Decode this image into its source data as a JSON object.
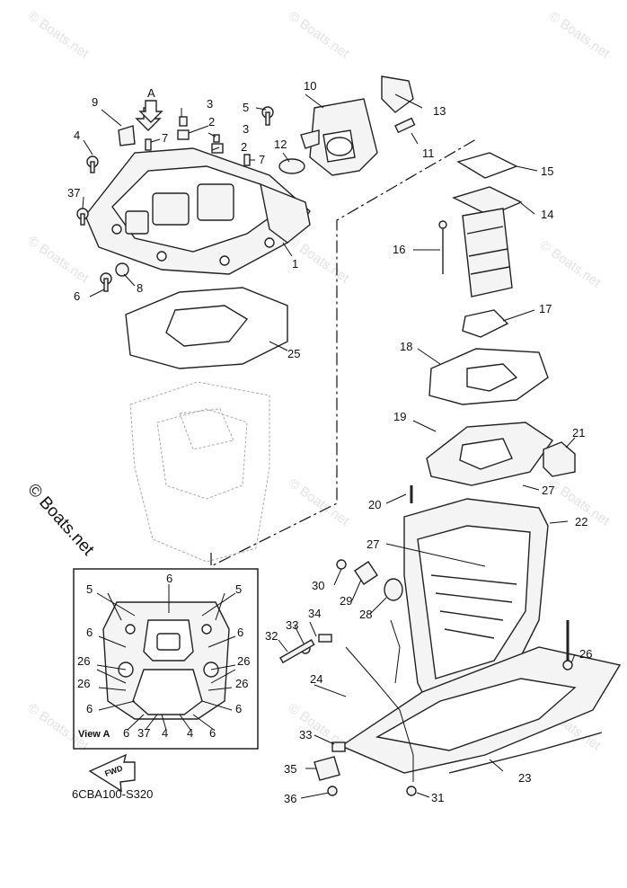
{
  "watermarks": [
    "© Boats.net"
  ],
  "copyright": "© Boats.net",
  "diagram_code": "6CBA100-S320",
  "view_label": "View A",
  "view_arrow": "A",
  "fwd_label": "FWD",
  "labels": {
    "p1": "1",
    "p2a": "2",
    "p2b": "2",
    "p3a": "3",
    "p3b": "3",
    "p4": "4",
    "p5": "5",
    "p6a": "6",
    "p7a": "7",
    "p7b": "7",
    "p8": "8",
    "p9": "9",
    "p10": "10",
    "p11": "11",
    "p12": "12",
    "p13": "13",
    "p14": "14",
    "p15": "15",
    "p16": "16",
    "p17": "17",
    "p18": "18",
    "p19": "19",
    "p20": "20",
    "p21": "21",
    "p22": "22",
    "p23": "23",
    "p24": "24",
    "p25": "25",
    "p26": "26",
    "p27a": "27",
    "p27b": "27",
    "p28": "28",
    "p29": "29",
    "p30": "30",
    "p31": "31",
    "p32": "32",
    "p33a": "33",
    "p33b": "33",
    "p34": "34",
    "p35": "35",
    "p36": "36",
    "p37": "37",
    "v5a": "5",
    "v5b": "5",
    "v6top": "6",
    "v6l": "6",
    "v6r": "6",
    "v26a": "26",
    "v26b": "26",
    "v26c": "26",
    "v26d": "26",
    "v6bl": "6",
    "v6br": "6",
    "v6c": "6",
    "v37": "37",
    "v4a": "4",
    "v4b": "4",
    "v6d": "6"
  }
}
